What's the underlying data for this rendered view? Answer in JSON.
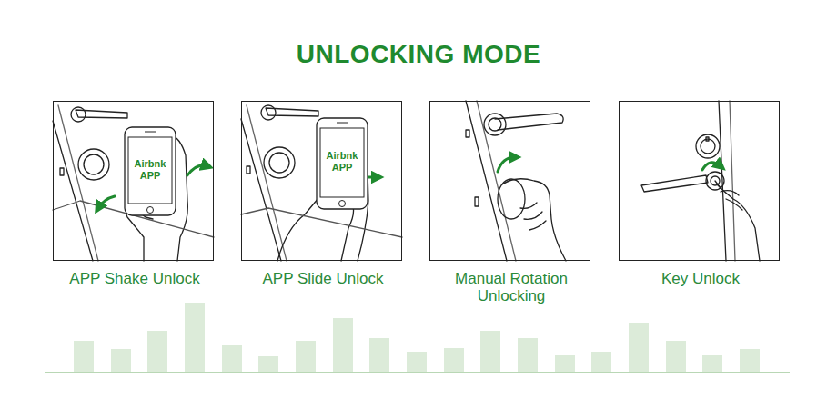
{
  "diagram": {
    "title": "UNLOCKING MODE",
    "nodes": [
      {
        "text": [
          "APP Shake Unlock"
        ]
      },
      {
        "text": [
          "Airbnk APP"
        ],
        "in": 0
      },
      {
        "text": [
          "APP Slide Unlock"
        ]
      },
      {
        "text": [
          "Airbnk APP"
        ],
        "in": 2
      },
      {
        "text": [
          "Manual Rotation Unlocking"
        ]
      },
      {
        "text": [
          "Key Unlock"
        ]
      }
    ],
    "edges": []
  }
}
